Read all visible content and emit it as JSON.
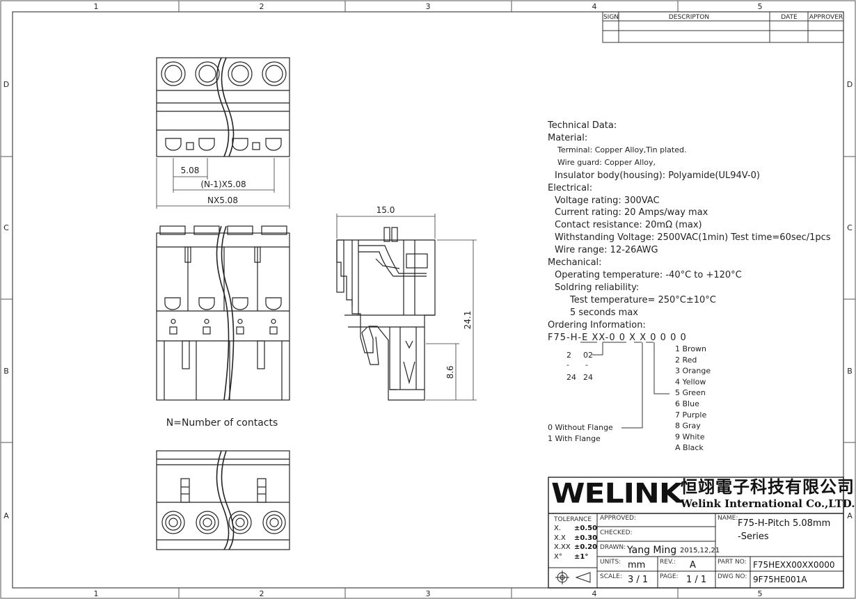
{
  "border": {
    "columns": [
      "1",
      "2",
      "3",
      "4",
      "5"
    ],
    "rows": [
      "D",
      "C",
      "B",
      "A"
    ]
  },
  "revision_table": {
    "headers": {
      "sign": "SIGN",
      "description": "DESCRIPTON",
      "date": "DATE",
      "approver": "APPROVER"
    }
  },
  "technical": {
    "title": "Technical Data:",
    "lines": [
      {
        "text": "Material:",
        "indent": 0,
        "size": "m"
      },
      {
        "text": "Terminal: Copper Alloy,Tin plated.",
        "indent": 1,
        "size": "s"
      },
      {
        "text": "Wire guard: Copper Alloy,",
        "indent": 1,
        "size": "s"
      },
      {
        "text": "Insulator body(housing): Polyamide(UL94V-0)",
        "indent": 1,
        "size": "m"
      },
      {
        "text": "Electrical:",
        "indent": 0,
        "size": "m"
      },
      {
        "text": "Voltage rating: 300VAC",
        "indent": 1,
        "size": "m"
      },
      {
        "text": "Current rating: 20 Amps/way max",
        "indent": 1,
        "size": "m"
      },
      {
        "text": "Contact resistance: 20mΩ (max)",
        "indent": 1,
        "size": "m"
      },
      {
        "text": "Withstanding Voltage: 2500VAC(1min) Test time=60sec/1pcs",
        "indent": 1,
        "size": "m"
      },
      {
        "text": "Wire range: 12-26AWG",
        "indent": 1,
        "size": "m"
      },
      {
        "text": "Mechanical:",
        "indent": 0,
        "size": "m"
      },
      {
        "text": "Operating temperature: -40°C to +120°C",
        "indent": 1,
        "size": "m"
      },
      {
        "text": "Soldring reliability:",
        "indent": 1,
        "size": "m"
      },
      {
        "text": "Test temperature= 250°C±10°C",
        "indent": 2,
        "size": "m"
      },
      {
        "text": "5 seconds max",
        "indent": 2,
        "size": "m"
      },
      {
        "text": "Ordering Information:",
        "indent": 0,
        "size": "m"
      }
    ]
  },
  "ordering": {
    "code": "F75-H-E XX-0 0 X X 0 0 0 0",
    "pin_table": {
      "row1": [
        "2",
        "02"
      ],
      "row2": [
        "-",
        "-"
      ],
      "row3": [
        "24",
        "24"
      ]
    },
    "flange": [
      "0   Without Flange",
      "1   With Flange"
    ],
    "colors": [
      "1  Brown",
      "2  Red",
      "3  Orange",
      "4  Yellow",
      "5  Green",
      "6  Blue",
      "7  Purple",
      "8  Gray",
      "9  White",
      "A  Black"
    ]
  },
  "dimensions": {
    "pitch": "5.08",
    "span": "(N-1)X5.08",
    "total": "NX5.08",
    "width": "15.0",
    "height": "24.1",
    "pin": "8.6"
  },
  "note": "N=Number of contacts",
  "title_block": {
    "logo": "WELINK",
    "company_cn": "恒翊電子科技有限公司",
    "company_en": "Welink International Co.,LTD.",
    "tolerance_label": "TOLERANCE",
    "tolerances": [
      {
        "k": "X.",
        "v": "±0.50"
      },
      {
        "k": "X.X",
        "v": "±0.30"
      },
      {
        "k": "X.XX",
        "v": "±0.20"
      },
      {
        "k": "X°",
        "v": "±1°"
      }
    ],
    "approved_label": "APPROVED:",
    "checked_label": "CHECKED:",
    "drawn_label": "DRAWN:",
    "drawn_by": "Yang Ming",
    "drawn_date": "2015,12,21",
    "units_label": "UNITS:",
    "units": "mm",
    "rev_label": "REV.:",
    "rev": "A",
    "scale_label": "SCALE:",
    "scale": "3 / 1",
    "page_label": "PAGE:",
    "page": "1 / 1",
    "name_label": "NAME:",
    "name_line1": "F75-H-Pitch 5.08mm",
    "name_line2": "-Series",
    "part_no_label": "PART NO:",
    "part_no": "F75HEXX00XX0000",
    "dwg_no_label": "DWG NO:",
    "dwg_no": "9F75HE001A"
  }
}
